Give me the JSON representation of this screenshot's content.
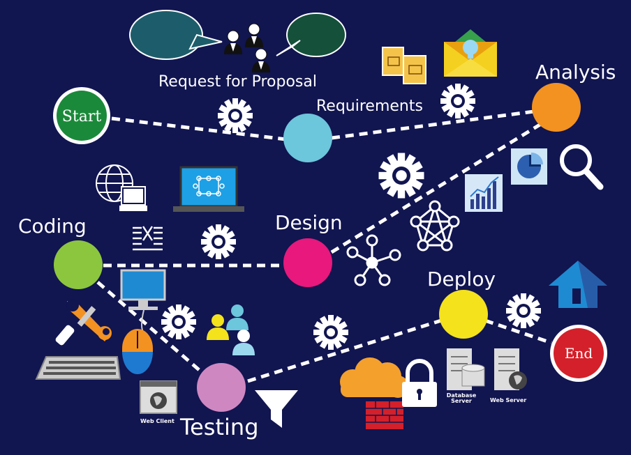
{
  "diagram": {
    "stages": {
      "start": "Start",
      "requirements": "Requirements",
      "analysis": "Analysis",
      "design": "Design",
      "coding": "Coding",
      "testing": "Testing",
      "deploy": "Deploy",
      "end": "End"
    },
    "annotations": {
      "rfp": "Request for Proposal",
      "web_client": "Web Client",
      "database_server": "Database Server",
      "web_server": "Web Server"
    },
    "colors": {
      "background": "#111550",
      "requirements": "#6cc6dc",
      "analysis": "#f39220",
      "design": "#e8187c",
      "coding": "#8cc63e",
      "testing": "#cf87c2",
      "deploy": "#f4e21c",
      "start": "#1a8a3a",
      "end": "#d4202a"
    },
    "icons": [
      "speech-bubble-icon",
      "people-group-icon",
      "documents-icon",
      "envelope-idea-icon",
      "gear-icon",
      "magnifier-icon",
      "pie-chart-icon",
      "bar-chart-icon",
      "network-icon",
      "globe-computer-icon",
      "laptop-icon",
      "code-icon",
      "monitor-icon",
      "tools-icon",
      "mouse-icon",
      "keyboard-icon",
      "browser-icon",
      "funnel-icon",
      "cloud-icon",
      "firewall-icon",
      "lock-icon",
      "server-icon",
      "house-icon"
    ]
  }
}
